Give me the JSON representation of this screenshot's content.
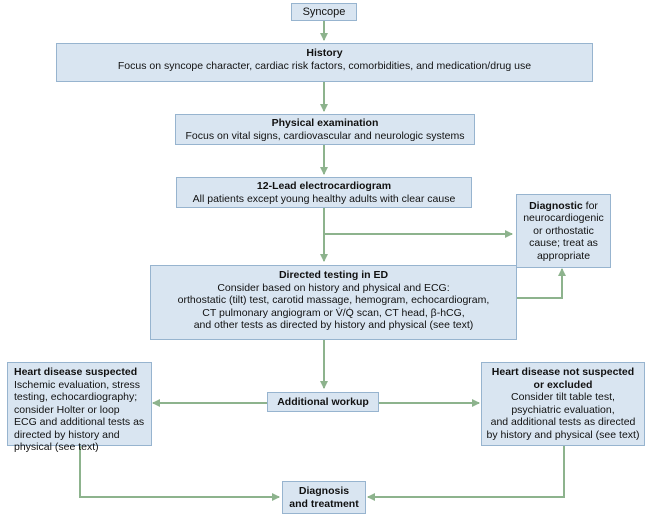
{
  "colors": {
    "box_fill": "#d9e5f1",
    "box_border": "#97b4cf",
    "arrow": "#8db38d"
  },
  "nodes": {
    "syncope": {
      "title": "Syncope"
    },
    "history": {
      "title": "History",
      "body": "Focus on syncope character, cardiac risk factors, comorbidities, and medication/drug use"
    },
    "physical": {
      "title": "Physical examination",
      "body": "Focus on vital signs, cardiovascular and neurologic systems"
    },
    "ecg": {
      "title": "12-Lead electrocardiogram",
      "body": "All patients except young healthy adults with clear cause"
    },
    "diagnostic": {
      "title": "Diagnostic",
      "body": " for neurocardiogenic or orthostatic cause; treat as appropriate"
    },
    "directed": {
      "title": "Directed testing in ED",
      "lines": [
        "Consider based on history and physical and ECG:",
        "orthostatic (tilt) test, carotid massage, hemogram, echocardiogram,",
        "CT pulmonary angiogram or V̇/Q̇ scan, CT head, β-hCG,",
        "and other tests as directed by history and physical (see text)"
      ]
    },
    "heart_suspected": {
      "title": "Heart disease suspected",
      "body": "Ischemic evaluation, stress testing, echocardiography; consider Holter or loop ECG and additional tests as directed by history and physical (see text)"
    },
    "additional": {
      "title": "Additional workup"
    },
    "heart_not_suspected": {
      "title_lines": [
        "Heart disease not suspected",
        "or excluded"
      ],
      "lines": [
        "Consider tilt table test,",
        "psychiatric evaluation,",
        "and additional tests as directed",
        "by history and physical (see text)"
      ]
    },
    "diagnosis": {
      "title_lines": [
        "Diagnosis",
        "and treatment"
      ]
    }
  }
}
